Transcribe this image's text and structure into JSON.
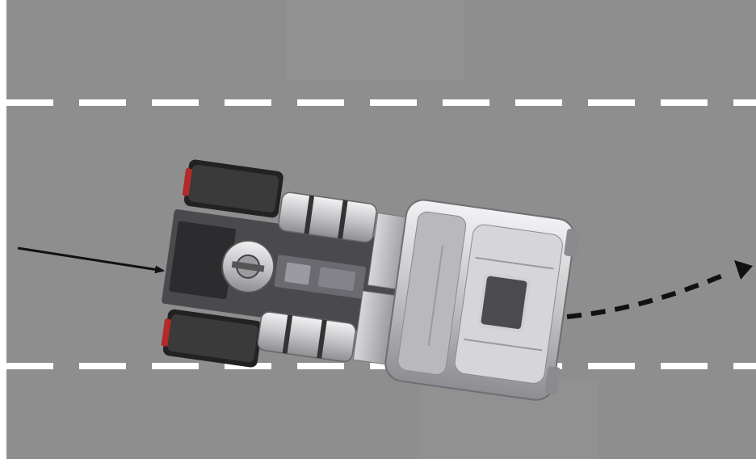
{
  "scene": {
    "description_kind": "top-view truck tractor on two-lane road",
    "colors": {
      "road": "#8e8e8e",
      "road_patch": "#939393",
      "lane_marking": "#ffffff",
      "arrow": "#111111",
      "truck_body": "#c8c8ca",
      "truck_dark": "#2a2a2a"
    },
    "lane_markings": {
      "style": "dashed",
      "count": 2
    },
    "entry_arrow": {
      "style": "solid",
      "direction": "right"
    },
    "exit_path": {
      "style": "dashed-curve",
      "direction": "up-right"
    },
    "vehicle": {
      "type": "truck-tractor",
      "heading_deg": 8
    }
  }
}
